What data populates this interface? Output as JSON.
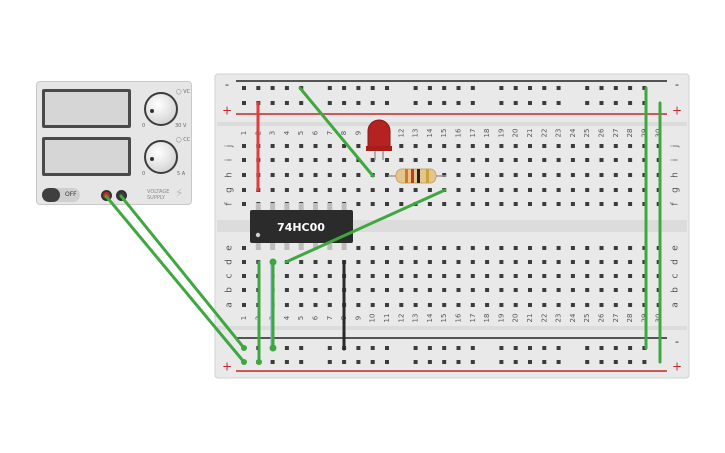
{
  "power_supply": {
    "voltage_icon": "voltage-circle-icon",
    "voltage_tag": "VC",
    "voltage_max": "30 V",
    "voltage_min": "0",
    "current_tag": "CC",
    "current_max": "5 A",
    "current_min": "0",
    "switch_label": "OFF",
    "device_label": "VOLTAGE SUPPLY",
    "positive_terminal_color": "#cc2222",
    "negative_terminal_color": "#333333"
  },
  "breadboard": {
    "row_letters_top": [
      "j",
      "i",
      "h",
      "g",
      "f"
    ],
    "row_letters_bottom": [
      "e",
      "d",
      "c",
      "b",
      "a"
    ],
    "rail_minus": "-",
    "rail_plus": "+",
    "column_labels": [
      "1",
      "2",
      "3",
      "4",
      "5",
      "6",
      "7",
      "8",
      "9",
      "10",
      "11",
      "12",
      "13",
      "14",
      "15",
      "16",
      "17",
      "18",
      "19",
      "20",
      "21",
      "22",
      "23",
      "24",
      "25",
      "26",
      "27",
      "28",
      "29",
      "30"
    ]
  },
  "chip": {
    "label": "74HC00"
  },
  "led": {
    "color": "#b52222"
  },
  "resistor": {
    "bands": [
      "#d27a20",
      "#c23a1e",
      "#222222",
      "#c9a43a"
    ]
  },
  "wire_colors": {
    "green": "#3fa73f",
    "red": "#e23c3c",
    "black": "#2a2a2a",
    "blue": "#7fb3d8"
  }
}
